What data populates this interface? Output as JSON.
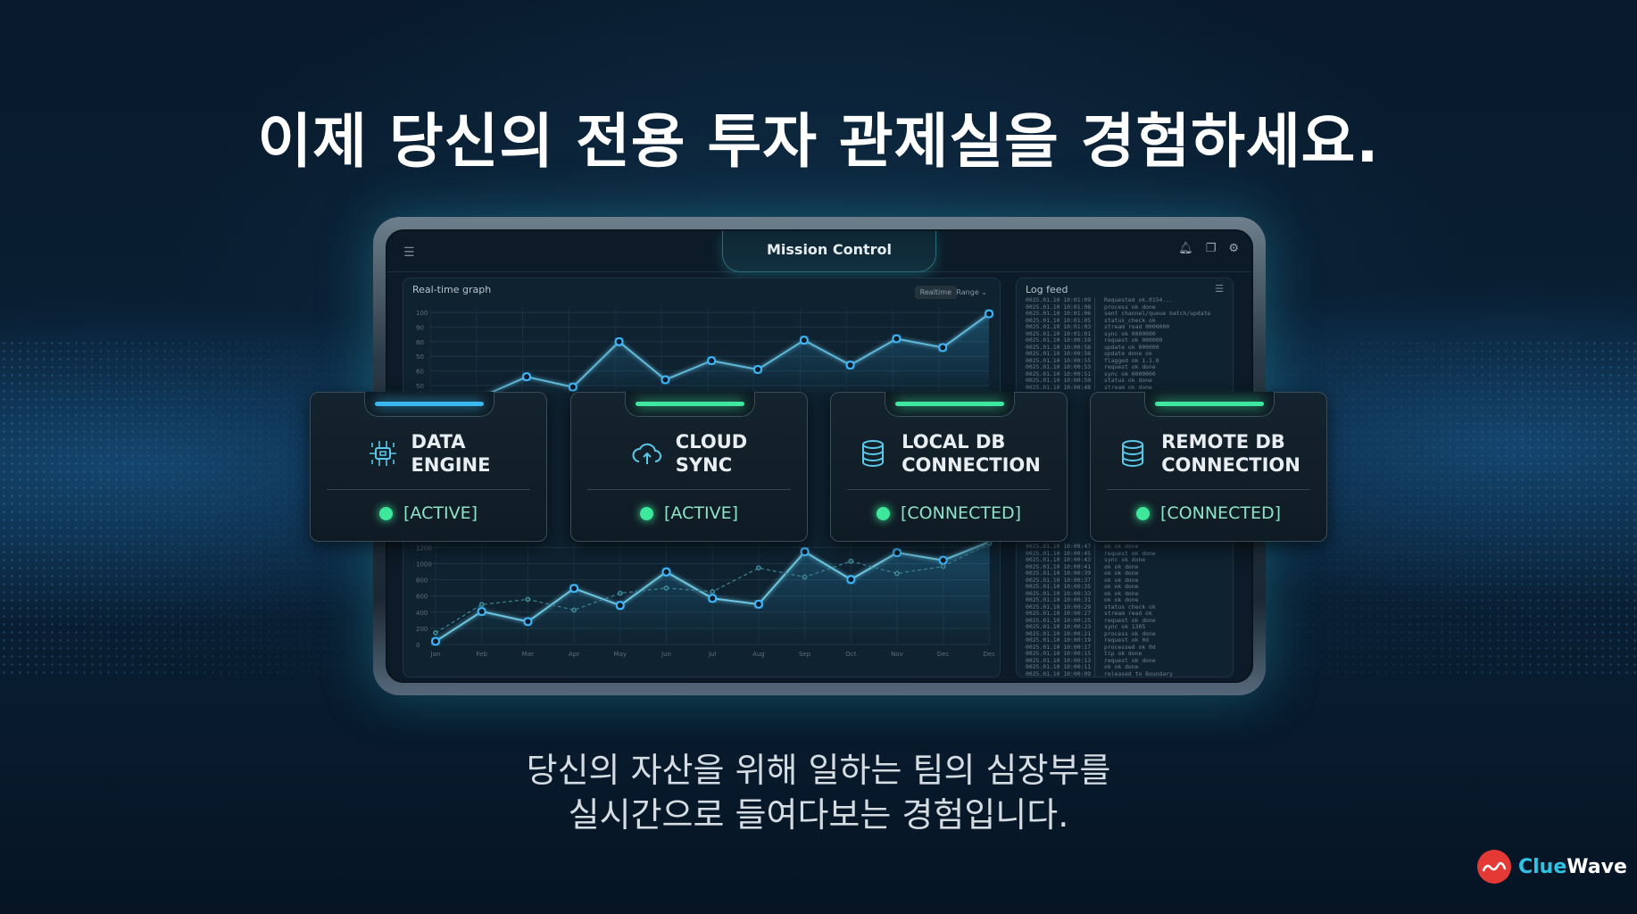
{
  "headline": "이제 당신의 전용 투자 관제실을 경험하세요.",
  "subtitle": [
    "당신의 자산을 위해 일하는 팀의 심장부를",
    "실시간으로 들여다보는 경험입니다."
  ],
  "app": {
    "title": "Mission Control",
    "icons": [
      "menu-icon",
      "bell-icon",
      "window-icon",
      "gear-icon"
    ]
  },
  "graph_panel": {
    "title": "Real-time graph",
    "toggle": [
      "Realtime",
      "Range"
    ]
  },
  "log_panel": {
    "title": "Log feed",
    "entries": [
      {
        "ts": "0025.01.10 10:01:09",
        "msg": "Requested ok.0154..."
      },
      {
        "ts": "0025.01.10 10:01:08",
        "msg": "process ok done"
      },
      {
        "ts": "0025.01.10 10:01:06",
        "msg": "sent channel/queue batch/update"
      },
      {
        "ts": "0025.01.10 10:01:05",
        "msg": "status_check ok"
      },
      {
        "ts": "0025.01.10 10:01:03",
        "msg": "stream read 0000000"
      },
      {
        "ts": "0025.01.10 10:01:01",
        "msg": "sync ok 0000000"
      },
      {
        "ts": "0025.01.10 10:00:59",
        "msg": "request ok 000000"
      },
      {
        "ts": "0025.01.10 10:00:58",
        "msg": "update ok 000000"
      },
      {
        "ts": "0025.01.10 10:00:56",
        "msg": "update done ok"
      },
      {
        "ts": "0025.01.10 10:00:55",
        "msg": "flagged ok 1.1.0"
      },
      {
        "ts": "0025.01.10 10:00:53",
        "msg": "request ok done"
      },
      {
        "ts": "0025.01.10 10:00:51",
        "msg": "sync ok 0000000"
      },
      {
        "ts": "0025.01.10 10:00:50",
        "msg": "status ok done"
      },
      {
        "ts": "0025.01.10 10:00:48",
        "msg": "stream ok done"
      },
      {
        "ts": "0025.01.10 10:00:47",
        "msg": "ok ok done"
      },
      {
        "ts": "0025.01.10 10:00:45",
        "msg": "request ok done"
      },
      {
        "ts": "0025.01.10 10:00:43",
        "msg": "sync ok done"
      },
      {
        "ts": "0025.01.10 10:00:41",
        "msg": "ok ok done"
      },
      {
        "ts": "0025.01.10 10:00:39",
        "msg": "ok ok done"
      },
      {
        "ts": "0025.01.10 10:00:37",
        "msg": "ok ok done"
      },
      {
        "ts": "0025.01.10 10:00:35",
        "msg": "ok ok done"
      },
      {
        "ts": "0025.01.10 10:00:33",
        "msg": "ok ok done"
      },
      {
        "ts": "0025.01.10 10:00:31",
        "msg": "ok ok done"
      },
      {
        "ts": "0025.01.10 10:00:29",
        "msg": "status check ok"
      },
      {
        "ts": "0025.01.10 10:00:27",
        "msg": "stream read ok"
      },
      {
        "ts": "0025.01.10 10:00:25",
        "msg": "request ok done"
      },
      {
        "ts": "0025.01.10 10:00:23",
        "msg": "sync ok 1305"
      },
      {
        "ts": "0025.01.10 10:00:21",
        "msg": "process ok done"
      },
      {
        "ts": "0025.01.10 10:00:19",
        "msg": "request ok 0d"
      },
      {
        "ts": "0025.01.10 10:00:17",
        "msg": "processed ok 0d"
      },
      {
        "ts": "0025.01.10 10:00:15",
        "msg": "tip ok done"
      },
      {
        "ts": "0025.01.10 10:00:13",
        "msg": "request ok done"
      },
      {
        "ts": "0025.01.10 10:00:11",
        "msg": "ok ok done"
      },
      {
        "ts": "0025.01.10 10:00:09",
        "msg": "released to Boundary"
      }
    ]
  },
  "cards": [
    {
      "name_line1": "DATA",
      "name_line2": "ENGINE",
      "status": "[ACTIVE]",
      "icon": "chip-icon",
      "accent": "#3ab8f0"
    },
    {
      "name_line1": "CLOUD",
      "name_line2": "SYNC",
      "status": "[ACTIVE]",
      "icon": "cloud-upload-icon",
      "accent": "#3ee8a0"
    },
    {
      "name_line1": "LOCAL DB",
      "name_line2": "CONNECTION",
      "status": "[CONNECTED]",
      "icon": "database-icon",
      "accent": "#3ee8a0"
    },
    {
      "name_line1": "REMOTE DB",
      "name_line2": "CONNECTION",
      "status": "[CONNECTED]",
      "icon": "database-icon",
      "accent": "#3ee8a0"
    }
  ],
  "status_color": "#3ee89a",
  "chart_data": [
    {
      "type": "line",
      "yticks": [
        "100",
        "90",
        "80",
        "50",
        "60",
        "50"
      ],
      "values": [
        56,
        49,
        80,
        54,
        67,
        61,
        81,
        64,
        82,
        76,
        99
      ],
      "ylim": [
        40,
        100
      ],
      "color": "#3fb8ff"
    },
    {
      "type": "line",
      "categories": [
        "Jan",
        "Feb",
        "Mar",
        "Apr",
        "May",
        "Jun",
        "Jul",
        "Aug",
        "Sep",
        "Oct",
        "Nov",
        "Dec",
        "Dec"
      ],
      "yticks": [
        "0",
        "200",
        "400",
        "600",
        "800",
        "1000",
        "1200"
      ],
      "ylim": [
        0,
        1200
      ],
      "series": [
        {
          "values": [
            38,
            408,
            283,
            694,
            483,
            898,
            570,
            498,
            1147,
            804,
            1136,
            1042,
            1310
          ],
          "style": "solid"
        },
        {
          "values": [
            143,
            494,
            558,
            426,
            634,
            698,
            653,
            947,
            834,
            1030,
            879,
            966,
            1250
          ],
          "style": "dashed"
        }
      ]
    }
  ],
  "brand": {
    "part1": "Clue",
    "part2": "Wave"
  }
}
